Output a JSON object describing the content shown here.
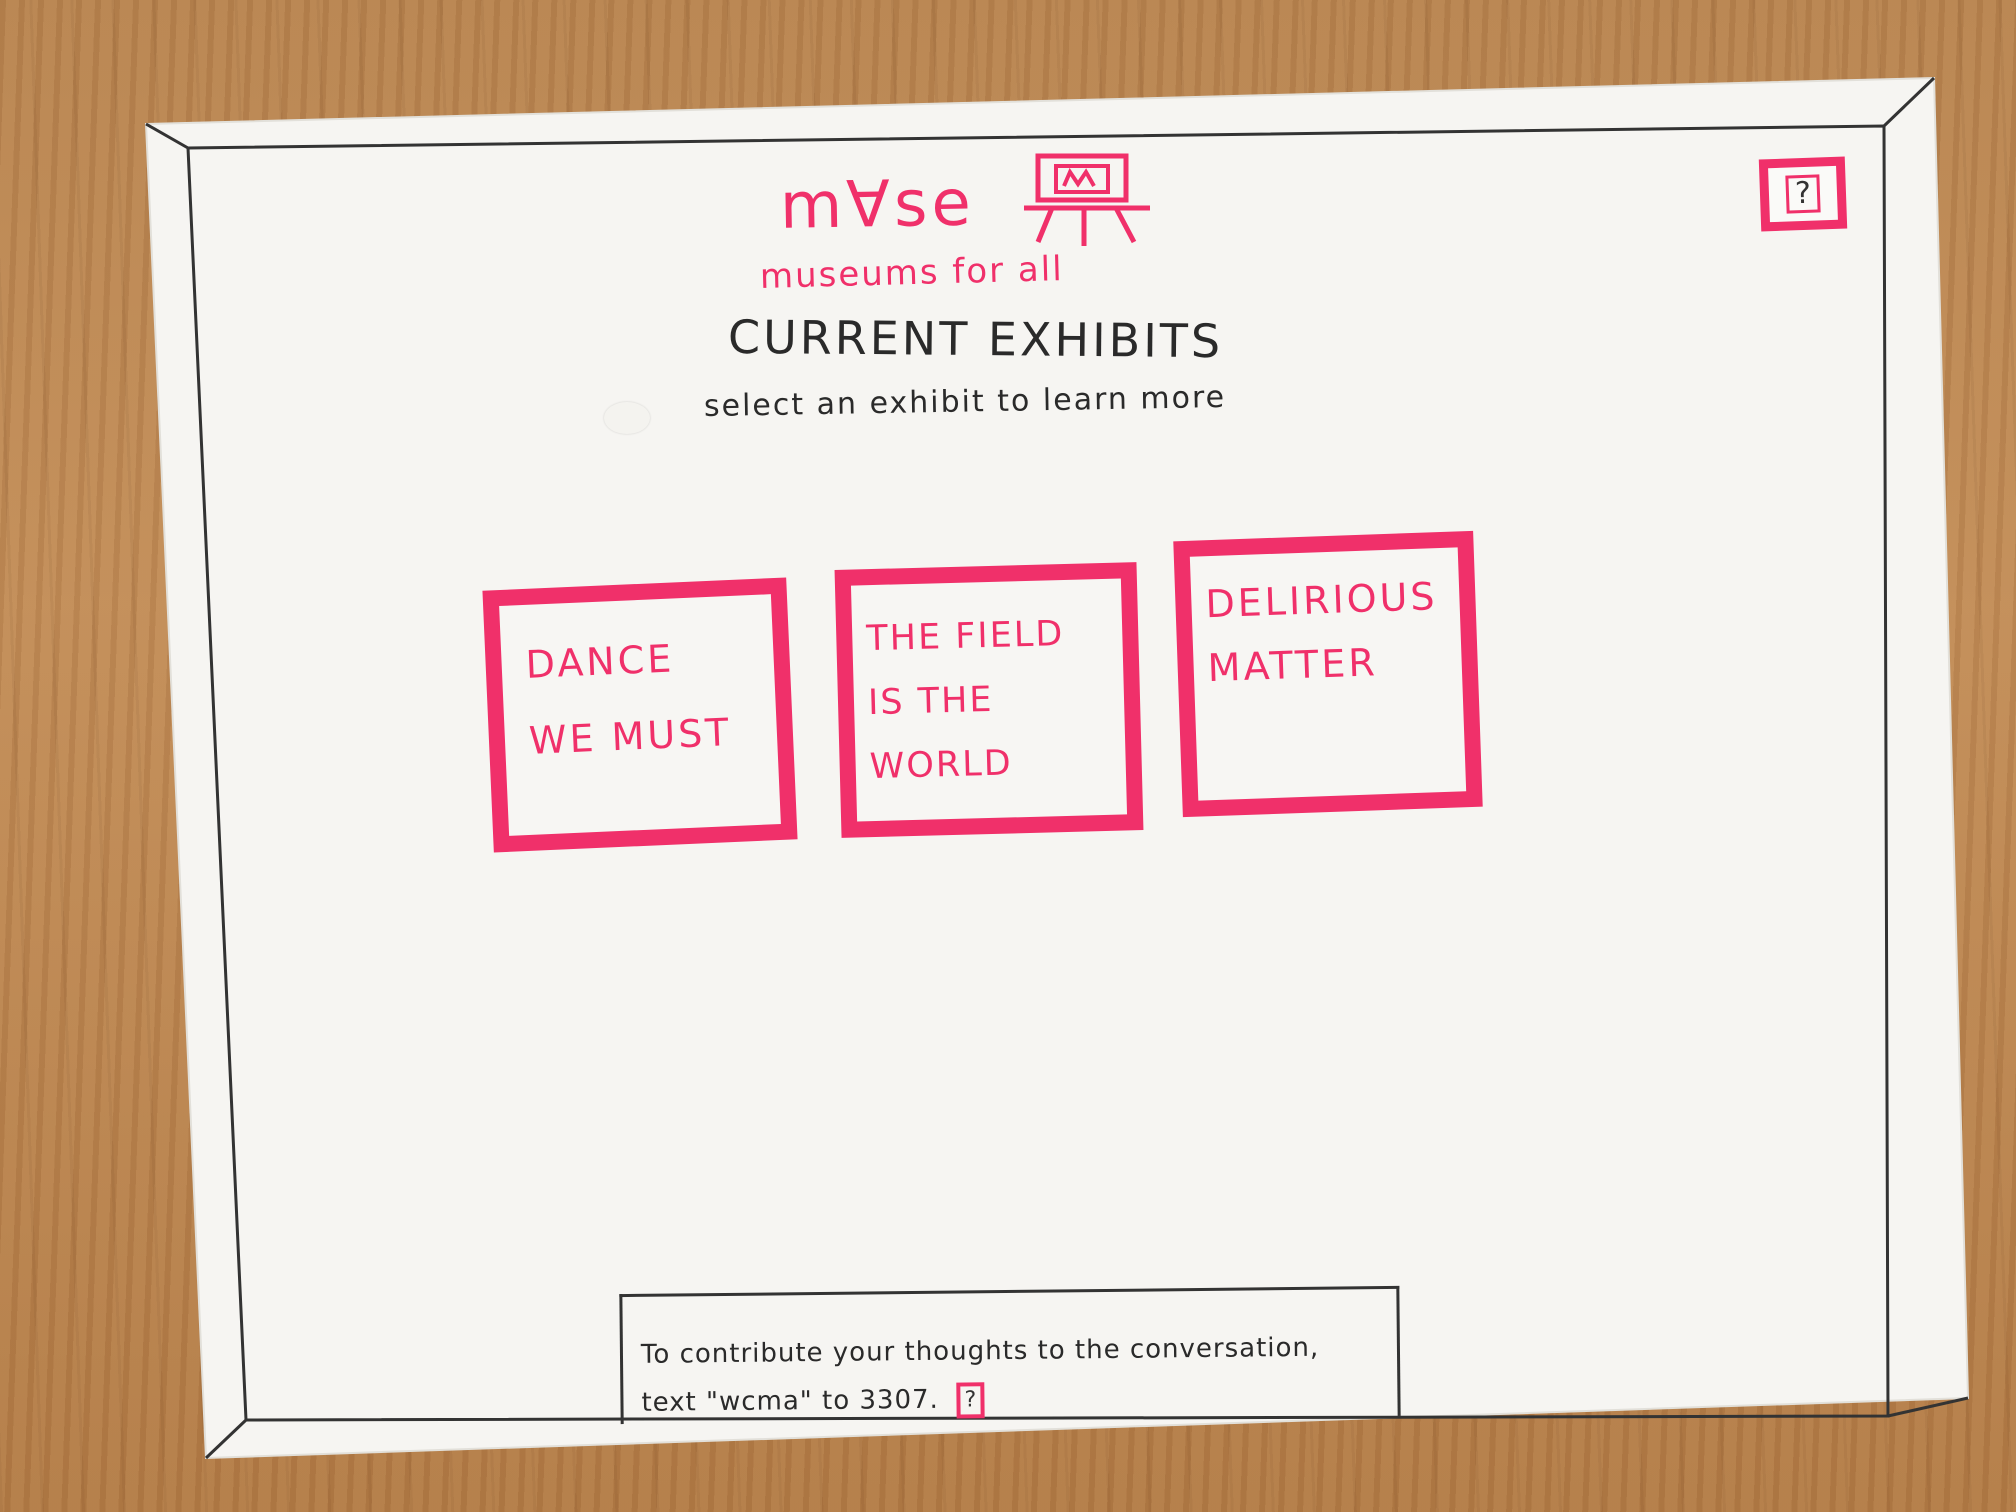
{
  "app": {
    "logo_wordmark": "m∀se",
    "logo_tagline": "museums for all",
    "logo_icon": "easel-m-icon"
  },
  "header": {
    "help_label": "?",
    "help_icon": "help-icon"
  },
  "main": {
    "title": "CURRENT EXHIBITS",
    "subtitle": "select an exhibit to learn more",
    "exhibits": [
      {
        "label": "DANCE\nWE MUST"
      },
      {
        "label": "THE FIELD\nIS THE WORLD"
      },
      {
        "label": "DELIRIOUS\nMATTER"
      }
    ]
  },
  "footer": {
    "line1": "To contribute your thoughts to the conversation,",
    "line2": "text \"wcma\" to 3307.",
    "help_label": "?"
  },
  "colors": {
    "accent": "#f0306a",
    "ink": "#2a2a2a",
    "paper": "#f7f6f3"
  }
}
